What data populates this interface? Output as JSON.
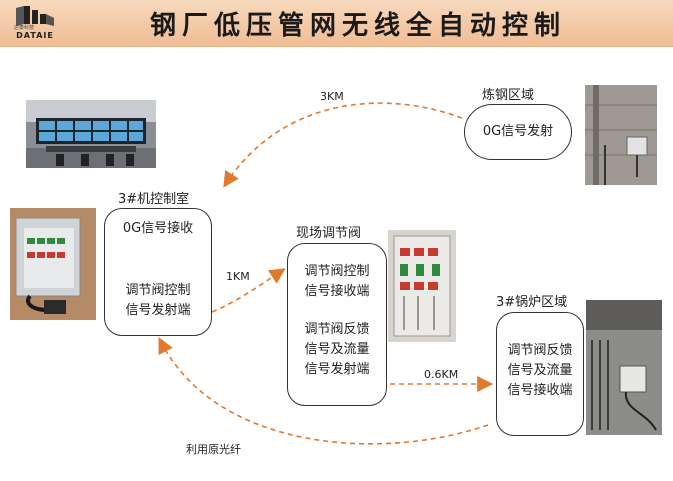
{
  "header": {
    "title": "钢厂低压管网无线全自动控制",
    "logo_text": "DATAIE",
    "logo_small": "达泰科技"
  },
  "nodes": {
    "smelting": {
      "label": "炼钢区域",
      "lines": [
        "0G信号发射"
      ]
    },
    "control_room": {
      "label": "3#机控制室",
      "lines": [
        "0G信号接收",
        "",
        "调节阀控制",
        "信号发射端"
      ]
    },
    "valve": {
      "label": "现场调节阀",
      "lines": [
        "调节阀控制",
        "信号接收端",
        "",
        "调节阀反馈",
        "信号及流量",
        "信号发射端"
      ]
    },
    "boiler": {
      "label": "3#锅炉区域",
      "lines": [
        "调节阀反馈",
        "信号及流量",
        "信号接收端"
      ]
    }
  },
  "links": {
    "smelting_to_control": "3KM",
    "control_to_valve": "1KM",
    "valve_to_boiler": "0.6KM",
    "boiler_to_control": "利用原光纤"
  },
  "colors": {
    "arrow": "#e07a2e",
    "banner": "#f3c9a6"
  }
}
